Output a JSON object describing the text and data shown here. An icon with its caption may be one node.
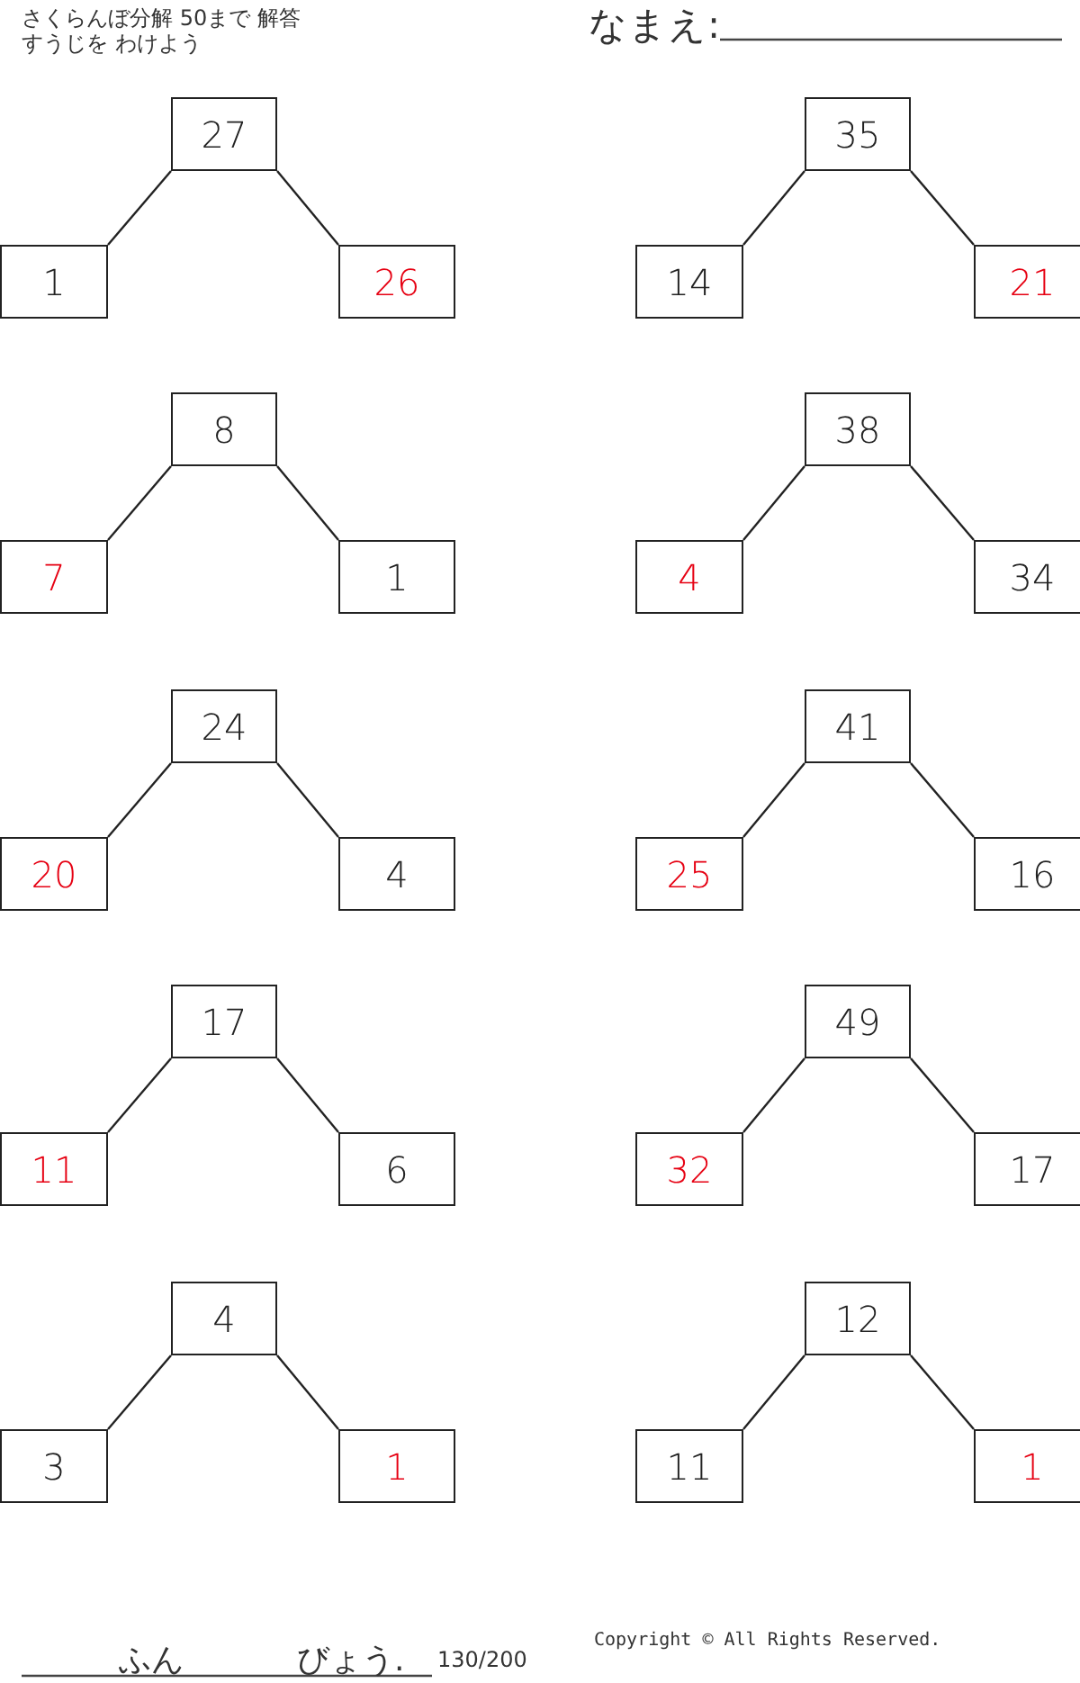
{
  "diagram": {
    "nodes": [
      {
        "text": [
          "27"
        ]
      },
      {
        "text": [
          "1"
        ]
      },
      {
        "text": [
          "26"
        ]
      },
      {
        "text": [
          "35"
        ]
      },
      {
        "text": [
          "14"
        ]
      },
      {
        "text": [
          "21"
        ]
      },
      {
        "text": [
          "8"
        ]
      },
      {
        "text": [
          "7"
        ]
      },
      {
        "text": [
          "1"
        ]
      },
      {
        "text": [
          "38"
        ]
      },
      {
        "text": [
          "4"
        ]
      },
      {
        "text": [
          "34"
        ]
      },
      {
        "text": [
          "24"
        ]
      },
      {
        "text": [
          "20"
        ]
      },
      {
        "text": [
          "4"
        ]
      },
      {
        "text": [
          "41"
        ]
      },
      {
        "text": [
          "25"
        ]
      },
      {
        "text": [
          "16"
        ]
      },
      {
        "text": [
          "17"
        ]
      },
      {
        "text": [
          "11"
        ]
      },
      {
        "text": [
          "6"
        ]
      },
      {
        "text": [
          "49"
        ]
      },
      {
        "text": [
          "32"
        ]
      },
      {
        "text": [
          "17"
        ]
      },
      {
        "text": [
          "4"
        ]
      },
      {
        "text": [
          "3"
        ]
      },
      {
        "text": [
          "1"
        ]
      },
      {
        "text": [
          "12"
        ]
      },
      {
        "text": [
          "11"
        ]
      },
      {
        "text": [
          "1"
        ]
      }
    ],
    "edges": [
      {
        "from": 0,
        "to": 1,
        "arrow": "none"
      },
      {
        "from": 0,
        "to": 2,
        "arrow": "none"
      },
      {
        "from": 3,
        "to": 4,
        "arrow": "none"
      },
      {
        "from": 3,
        "to": 5,
        "arrow": "none"
      },
      {
        "from": 6,
        "to": 7,
        "arrow": "none"
      },
      {
        "from": 6,
        "to": 8,
        "arrow": "none"
      },
      {
        "from": 9,
        "to": 10,
        "arrow": "none"
      },
      {
        "from": 9,
        "to": 11,
        "arrow": "none"
      },
      {
        "from": 12,
        "to": 13,
        "arrow": "none"
      },
      {
        "from": 12,
        "to": 14,
        "arrow": "none"
      },
      {
        "from": 15,
        "to": 16,
        "arrow": "none"
      },
      {
        "from": 15,
        "to": 17,
        "arrow": "none"
      },
      {
        "from": 18,
        "to": 19,
        "arrow": "none"
      },
      {
        "from": 18,
        "to": 20,
        "arrow": "none"
      },
      {
        "from": 21,
        "to": 22,
        "arrow": "none"
      },
      {
        "from": 21,
        "to": 23,
        "arrow": "none"
      },
      {
        "from": 24,
        "to": 25,
        "arrow": "none"
      },
      {
        "from": 24,
        "to": 26,
        "arrow": "none"
      },
      {
        "from": 27,
        "to": 28,
        "arrow": "none"
      },
      {
        "from": 27,
        "to": 29,
        "arrow": "none"
      }
    ],
    "labels": [
      "さくらんぼ分解 50まで 解答",
      "すうじを わけよう",
      "なまえ:",
      "ふん",
      "びょう.",
      "130/200",
      "Copyright © All Rights Reserved."
    ]
  }
}
